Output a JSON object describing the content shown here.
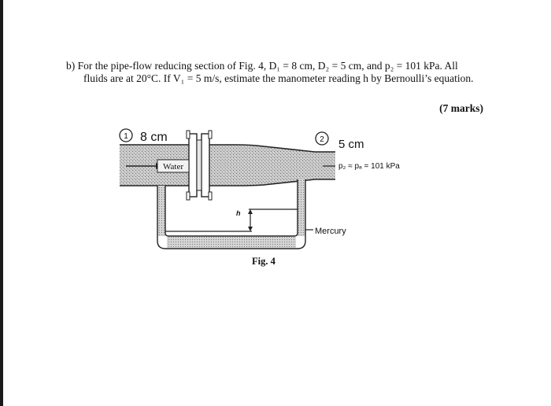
{
  "question": {
    "line1": "b)  For the pipe-flow reducing section of Fig. 4, D₁ = 8 cm, D₂ = 5 cm, and p₂ = 101 kPa. All",
    "line2": "fluids are at 20°C. If V₁ = 5 m/s, estimate the manometer reading h by Bernoulli’s equation.",
    "marks": "(7 marks)"
  },
  "figure": {
    "point1_number": "1",
    "point1_diameter": "8 cm",
    "point2_number": "2",
    "point2_diameter": "5 cm",
    "pressure_label": "p₂ ≈ pₐ = 101 kPa",
    "fluid_label": "Water",
    "height_label": "h",
    "manometer_fluid": "Mercury",
    "caption": "Fig. 4"
  }
}
